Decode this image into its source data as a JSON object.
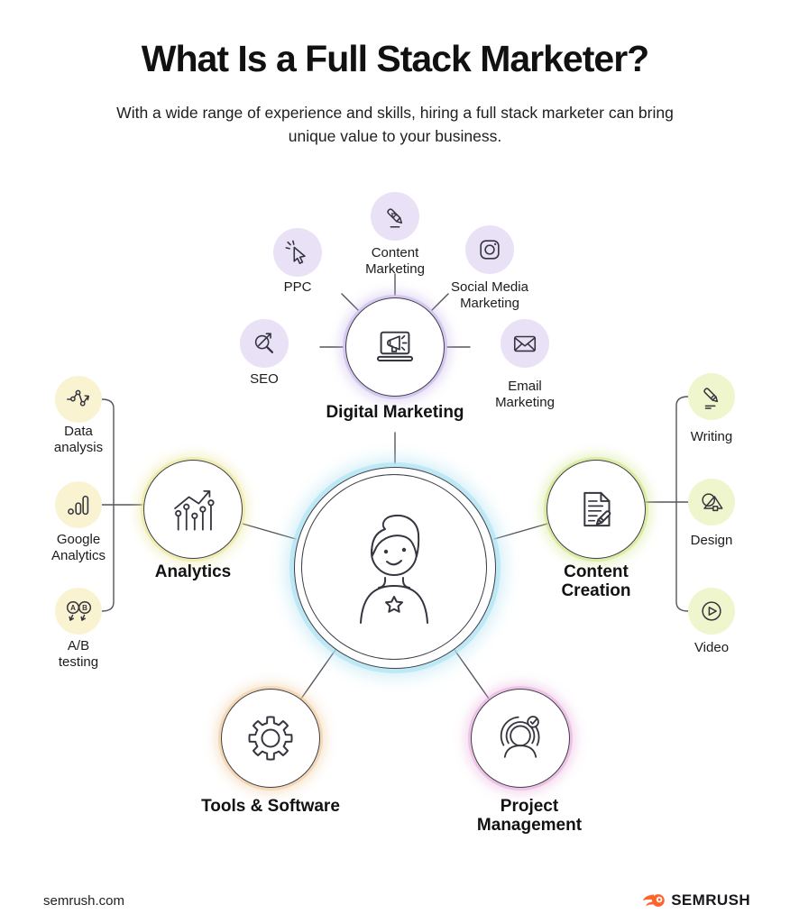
{
  "title": "What Is a Full Stack Marketer?",
  "subtitle": "With a wide range of experience and skills, hiring a full stack marketer can bring unique value to your business.",
  "center": {
    "icon": "marketer-avatar"
  },
  "branches": [
    {
      "label": "Digital Marketing",
      "icon": "laptop-megaphone",
      "accent": "#BCA8E8",
      "children": [
        {
          "label": "PPC",
          "icon": "cursor-click"
        },
        {
          "label": "Content Marketing",
          "icon": "pencil-star"
        },
        {
          "label": "Social Media Marketing",
          "icon": "instagram-camera"
        },
        {
          "label": "SEO",
          "icon": "magnifier-arrow"
        },
        {
          "label": "Email Marketing",
          "icon": "envelope"
        }
      ]
    },
    {
      "label": "Analytics",
      "icon": "lollipop-chart-arrow",
      "accent": "#E9E594",
      "children": [
        {
          "label": "Data analysis",
          "icon": "zigzag-points-arrow"
        },
        {
          "label": "Google Analytics",
          "icon": "google-analytics-bars"
        },
        {
          "label": "A/B testing",
          "icon": "ab-circles",
          "letters": [
            "A",
            "B"
          ]
        }
      ]
    },
    {
      "label": "Content Creation",
      "icon": "document-pencil",
      "accent": "#CBE27A",
      "children": [
        {
          "label": "Writing",
          "icon": "pencil-underline"
        },
        {
          "label": "Design",
          "icon": "circle-triangle-square"
        },
        {
          "label": "Video",
          "icon": "play-circle"
        }
      ]
    },
    {
      "label": "Tools & Software",
      "icon": "gear",
      "accent": "#F0CA9B",
      "children": []
    },
    {
      "label": "Project Management",
      "icon": "person-target-check",
      "accent": "#E5A6DA",
      "children": []
    }
  ],
  "footer": {
    "website": "semrush.com",
    "brand": "SEMRUSH"
  },
  "colors": {
    "lavender_bg": "#E9E2F7",
    "pale_yellow_bg": "#FAF3D2",
    "pale_lime_bg": "#EFF6CD",
    "purple_glow": "#BCA8E8",
    "yellow_glow": "#E9E594",
    "lime_glow": "#CBE27A",
    "orange_glow": "#F0CA9B",
    "pink_glow": "#E5A6DA",
    "cyan_glow": "#A9E1F2",
    "stroke": "#3E3E48",
    "brand_orange": "#FF642D",
    "text": "#141414"
  }
}
